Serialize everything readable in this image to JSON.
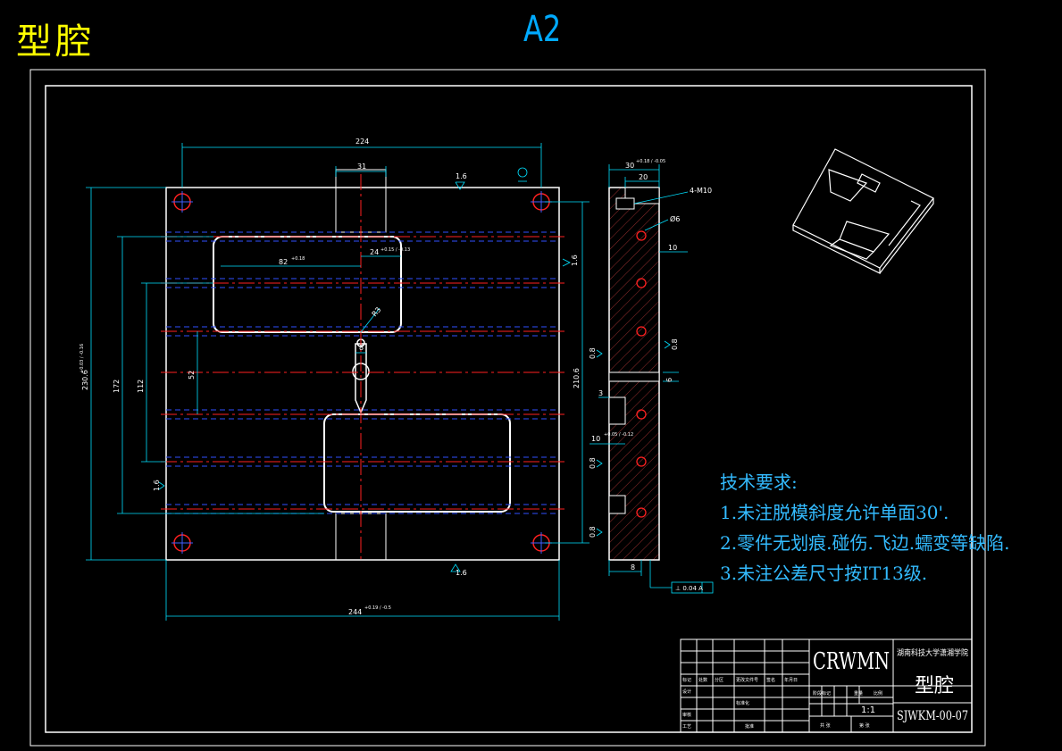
{
  "header": {
    "title": "型腔",
    "sheet_size": "A2"
  },
  "tech_requirements": {
    "heading": "技术要求:",
    "items": [
      "1.未注脱模斜度允许单面30'.",
      "2.零件无划痕.碰伤.飞边.蠕变等缺陷.",
      "3.未注公差尺寸按IT13级."
    ]
  },
  "dimensions": {
    "top_width": "224",
    "top_slot": "31",
    "height_total": "230.6",
    "height_tol": "+0.03 / -0.16",
    "d172": "172",
    "d112": "112",
    "d52": "52",
    "d210_6": "210.6",
    "slot_8": "8",
    "d82": "82",
    "d82_tol": "+0.18",
    "d24": "24",
    "d24_tol": "+0.15 / -0.13",
    "radius": "R3",
    "bottom_width": "244",
    "bottom_tol": "+0.19 / -0.5",
    "rough_top": "1.6",
    "rough_right": "1.6",
    "rough_left": "1.6",
    "rough_bottom": "1.6",
    "side_30": "30",
    "side_30_tol": "+0.18 / -0.05",
    "side_20": "20",
    "thread": "4-M10",
    "hole": "Ø6",
    "side_10": "10",
    "side_3": "3",
    "side_10b": "10",
    "side_10b_tol": "+0.05 / -0.12",
    "side_6": "6",
    "side_8": "8",
    "flat_tol": "⊥ 0.04 A",
    "rough_side_1": "0.8",
    "rough_side_2": "0.8",
    "rough_side_3": "0.8",
    "rough_side_4": "0.8"
  },
  "title_block": {
    "logo": "CRWMN",
    "school": "湖南科技大学潇湘学院",
    "part_name": "型腔",
    "scale": "1:1",
    "drawing_no": "SJWKM-00-07",
    "row_labels": [
      "标记",
      "设计",
      "审核",
      "工艺"
    ],
    "col_labels": [
      "处数",
      "分区",
      "更改文件号",
      "签名",
      "年月日"
    ],
    "stage_labels": [
      "阶段标记",
      "重量",
      "比例"
    ],
    "sheet_labels": [
      "共 张",
      "第 张"
    ],
    "sign_labels": [
      "标准化",
      "批准"
    ]
  }
}
